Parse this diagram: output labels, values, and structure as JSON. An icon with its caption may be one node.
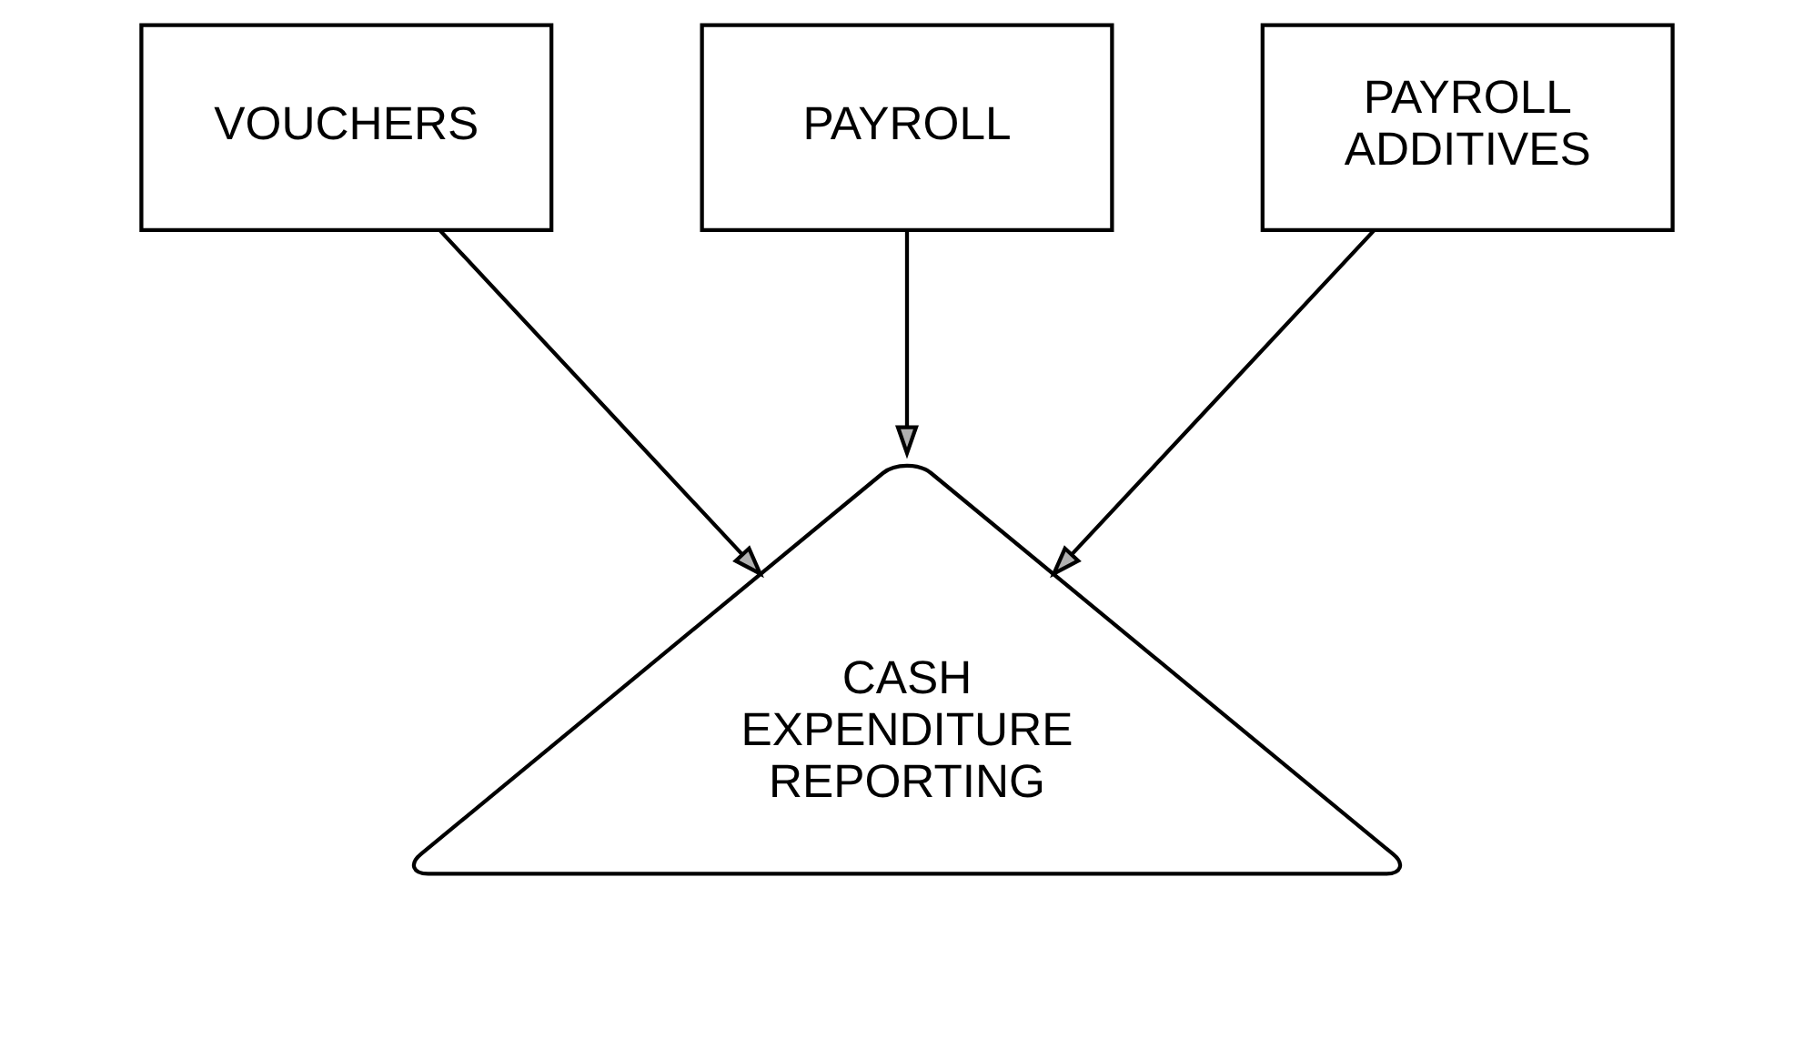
{
  "diagram": {
    "nodes": [
      {
        "text": [
          "VOUCHERS"
        ]
      },
      {
        "text": [
          "PAYROLL"
        ]
      },
      {
        "text": [
          "PAYROLL ADDITIVES"
        ]
      },
      {
        "text": [
          "CASH EXPENDITURE REPORTING"
        ]
      }
    ],
    "edges": [
      {
        "from": 0,
        "to": 3,
        "arrow": "to"
      },
      {
        "from": 1,
        "to": 3,
        "arrow": "to"
      },
      {
        "from": 2,
        "to": 3,
        "arrow": "to"
      }
    ]
  }
}
